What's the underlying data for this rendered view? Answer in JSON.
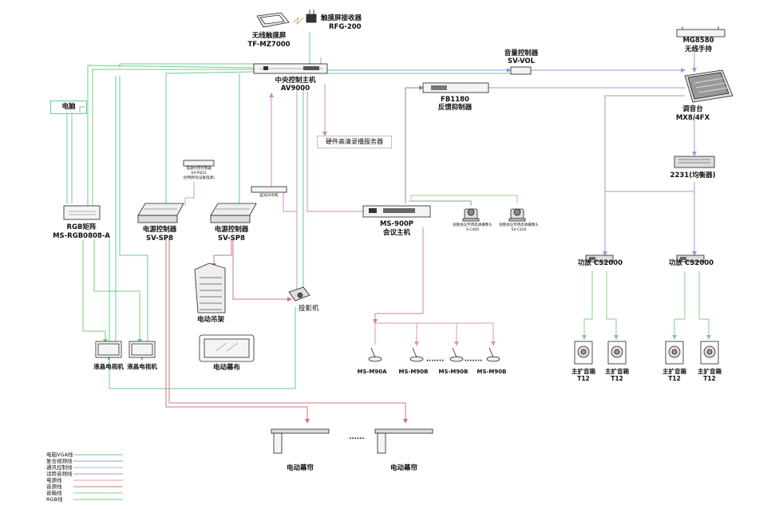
{
  "devices": {
    "touch_screen": {
      "name": "无线触摸屏",
      "model": "TF-MZ7000"
    },
    "touch_receiver": {
      "name": "触摸屏接收器",
      "model": "RFG-200"
    },
    "central_host": {
      "name": "中央控制主机",
      "model": "AV9000"
    },
    "volume_ctrl": {
      "name": "音量控制器",
      "model": "SV-VOL"
    },
    "mic_handheld": {
      "model": "MG8580",
      "name": "无线手持"
    },
    "mixer": {
      "name": "调音台",
      "model": "MX8/4FX"
    },
    "feedback": {
      "model": "FB1180",
      "name": "反馈抑制器"
    },
    "equalizer": {
      "name": "2231(均衡器)"
    },
    "recorder": {
      "name": "硬件高清录播服务器"
    },
    "computer": {
      "name": "电脑"
    },
    "rgb_matrix": {
      "name": "RGB矩阵",
      "model": "MS-RGB0808-A"
    },
    "timer": {
      "line1": "电源时序控制器",
      "line2": "SV-PSQ1",
      "line3": "(控制所有设备电源)"
    },
    "power1": {
      "name": "电源控制器",
      "model": "SV-SP8"
    },
    "power2": {
      "name": "电源控制器",
      "model": "SV-SP8"
    },
    "dvd": {
      "name": "蓝光DVD机"
    },
    "conf_host": {
      "model": "MS-900P",
      "name": "会议主机"
    },
    "camera1": {
      "name": "视频会议专用高清摄像头",
      "model": "S-C400"
    },
    "camera2": {
      "name": "视频会议专用高清摄像头",
      "model": "SV-C200"
    },
    "lift": {
      "name": "电动吊架"
    },
    "projector": {
      "name": "投影机"
    },
    "screen": {
      "name": "电动幕布"
    },
    "tv1": {
      "name": "液晶电视机"
    },
    "tv2": {
      "name": "液晶电视机"
    },
    "mic1": {
      "model": "MS-M90A"
    },
    "mic2": {
      "model": "MS-M90B"
    },
    "mic3": {
      "model": "MS-M90B"
    },
    "mic4": {
      "model": "MS-M90B"
    },
    "mic_dots": "·······",
    "amp1": {
      "name": "功放  CS2000"
    },
    "amp2": {
      "name": "功放  CS2000"
    },
    "spk1": {
      "name": "主扩音箱",
      "model": "T12"
    },
    "spk2": {
      "name": "主扩音箱",
      "model": "T12"
    },
    "spk3": {
      "name": "主扩音箱",
      "model": "T12"
    },
    "spk4": {
      "name": "主扩音箱",
      "model": "T12"
    },
    "curtain1": {
      "name": "电动幕帘"
    },
    "curtain2": {
      "name": "电动幕帘"
    },
    "curtain_dots": "......"
  },
  "legend": [
    {
      "label": "电脑VGA线",
      "color": "#66cc99"
    },
    {
      "label": "复合视频线",
      "color": "#9999dd"
    },
    {
      "label": "通讯控制线",
      "color": "#aabbcc"
    },
    {
      "label": "话筒音频线",
      "color": "#cc88cc"
    },
    {
      "label": "电源线",
      "color": "#dd99aa"
    },
    {
      "label": "音源线",
      "color": "#cc7777"
    },
    {
      "label": "音箱线",
      "color": "#88cc88"
    },
    {
      "label": "RGB线",
      "color": "#77cc77"
    }
  ],
  "colors": {
    "vga": "#66cc99",
    "video": "#9999dd",
    "control": "#aabbcc",
    "mic": "#cc88cc",
    "power": "#dd99aa",
    "audio": "#cc7777",
    "speaker": "#88cc88",
    "rgb": "#77cc77",
    "conf": "#999999",
    "device": "#222222"
  }
}
